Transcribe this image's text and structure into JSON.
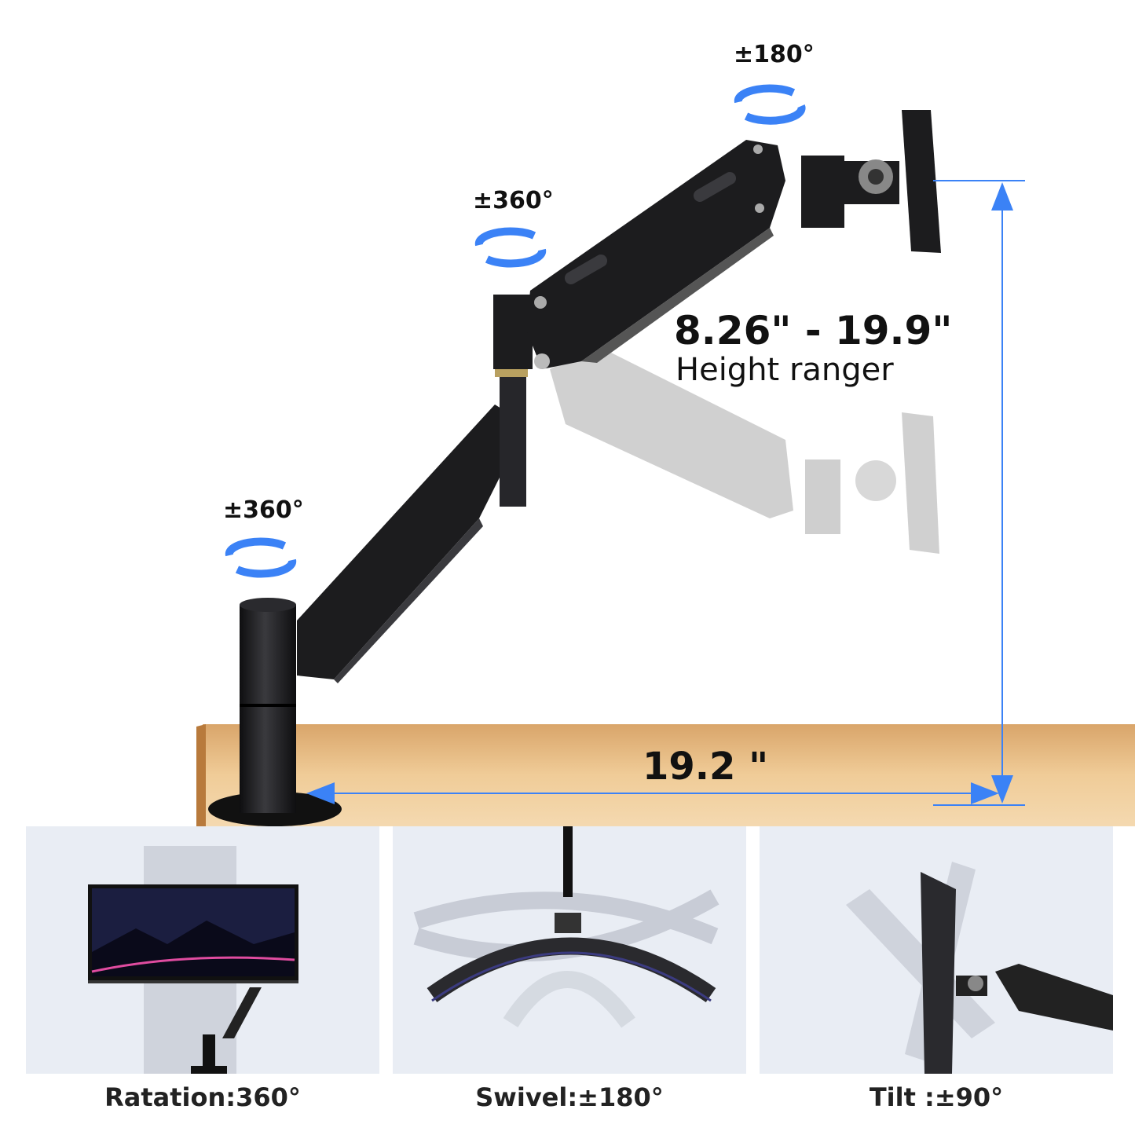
{
  "callouts": {
    "top_rotation": "±180°",
    "middle_rotation": "±360°",
    "base_rotation": "±360°"
  },
  "height": {
    "range": "8.26\" - 19.9\"",
    "label": "Height ranger"
  },
  "reach": {
    "value": "19.2 \""
  },
  "panels": [
    {
      "caption": "Ratation:360°"
    },
    {
      "caption": "Swivel:±180°"
    },
    {
      "caption": "Tilt :±90°"
    }
  ],
  "colors": {
    "arrow_blue": "#3b82f6",
    "arm_black": "#1c1c1e",
    "desk_wood": "#e8c08c"
  }
}
